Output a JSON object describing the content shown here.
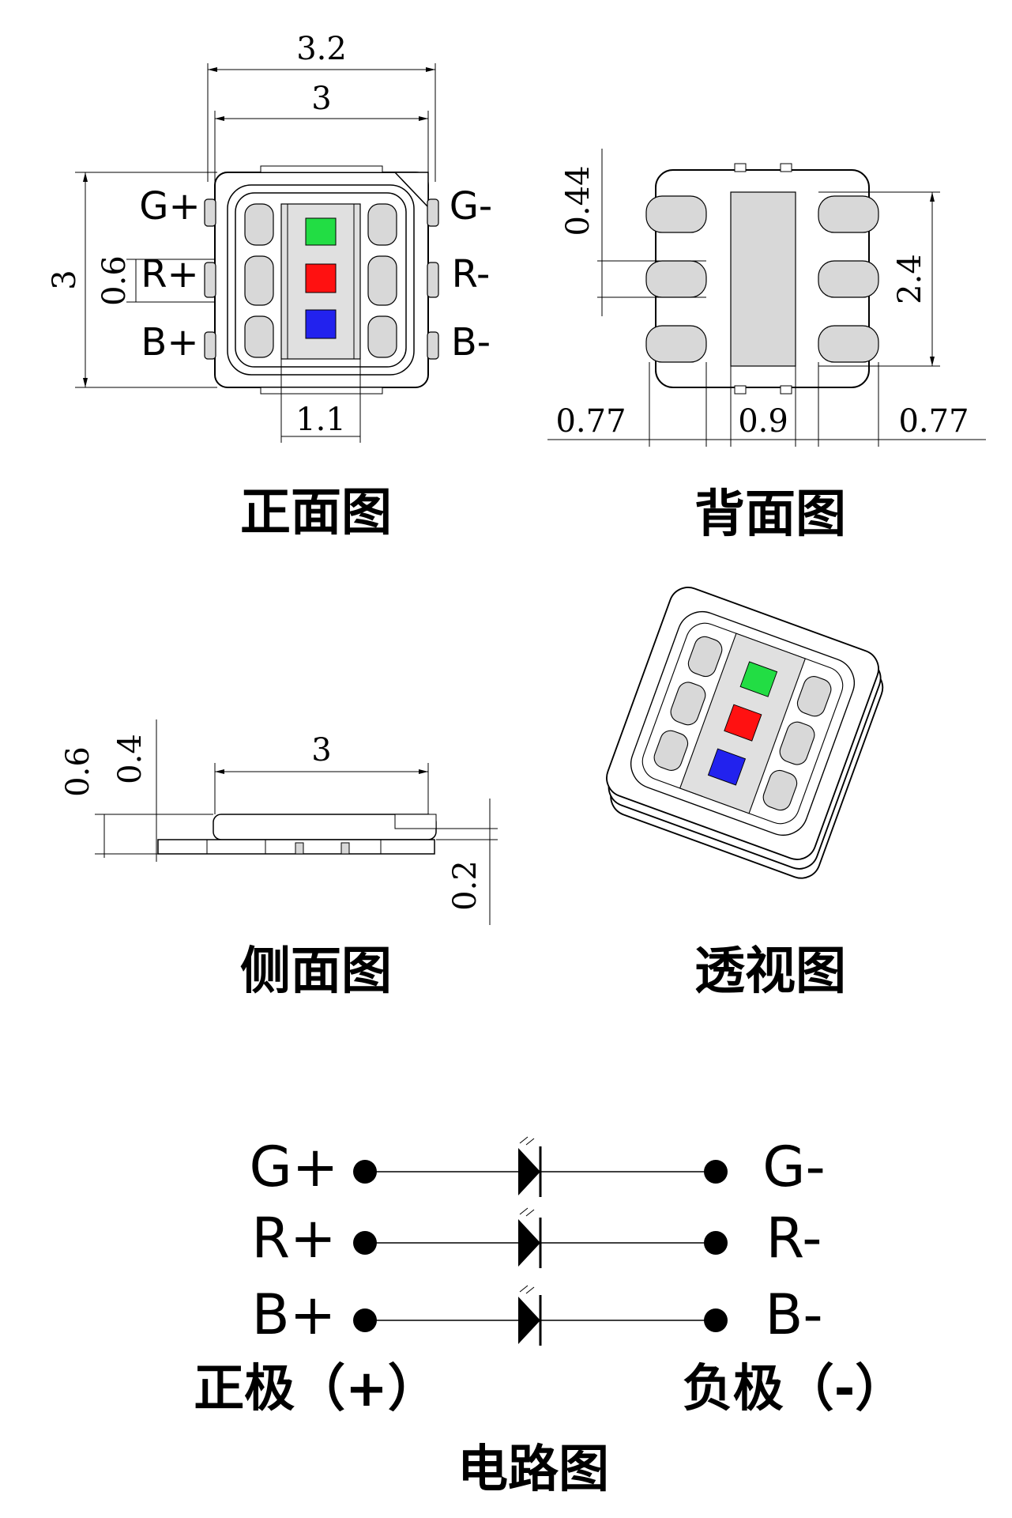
{
  "front_view": {
    "caption": "正面图",
    "pins_left": [
      "G+",
      "R+",
      "B+"
    ],
    "pins_right": [
      "G-",
      "R-",
      "B-"
    ],
    "dims": {
      "width_outer": "3.2",
      "width_inner": "3",
      "height": "3",
      "pad_pitch": "0.6",
      "window_width": "1.1"
    },
    "chip_colors": {
      "green": "#22dd44",
      "red": "#ff1111",
      "blue": "#2222ee"
    }
  },
  "back_view": {
    "caption": "背面图",
    "dims": {
      "pad_height": "0.44",
      "height": "2.4",
      "left_margin": "0.77",
      "center_width": "0.9",
      "right_margin": "0.77"
    }
  },
  "side_view": {
    "caption": "侧面图",
    "dims": {
      "total_height": "0.6",
      "body_height": "0.4",
      "width": "3",
      "base_height": "0.2"
    }
  },
  "perspective_view": {
    "caption": "透视图"
  },
  "circuit": {
    "caption": "电路图",
    "left_pins": [
      "G+",
      "R+",
      "B+"
    ],
    "right_pins": [
      "G-",
      "R-",
      "B-"
    ],
    "positive_label": "正极（+）",
    "negative_label": "负极（-）"
  }
}
